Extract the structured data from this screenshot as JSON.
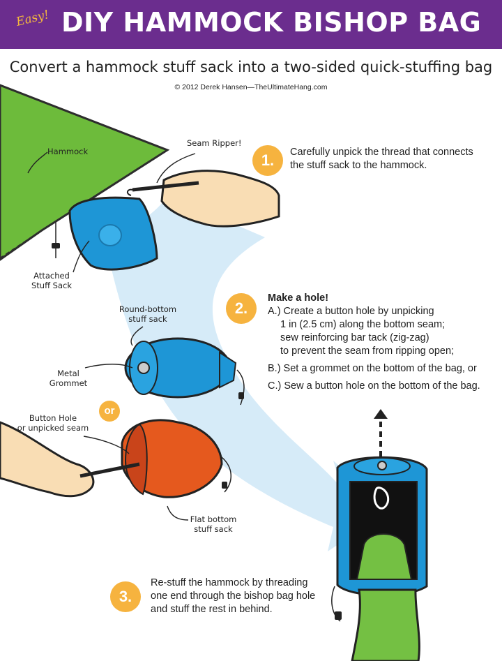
{
  "header": {
    "badge": "Easy!",
    "title": "DIY HAMMOCK BISHOP BAG",
    "subtitle": "Convert a hammock stuff sack into a two-sided quick-stuffing bag",
    "credit": "© 2012 Derek Hansen—TheUltimateHang.com"
  },
  "labels": {
    "hammock": "Hammock",
    "seam_ripper": "Seam Ripper!",
    "attached_line1": "Attached",
    "attached_line2": "Stuff Sack",
    "round_line1": "Round-bottom",
    "round_line2": "stuff sack",
    "metal_line1": "Metal",
    "metal_line2": "Grommet",
    "button_line1": "Button Hole",
    "button_line2": "or unpicked seam",
    "flat_line1": "Flat bottom",
    "flat_line2": "stuff sack",
    "or": "or"
  },
  "steps": {
    "step1": {
      "number": "1.",
      "line1": "Carefully unpick the thread that connects",
      "line2": "the stuff sack to the hammock."
    },
    "step2": {
      "number": "2.",
      "heading": "Make a hole!",
      "a1": "A.) Create a button hole by unpicking",
      "a2": "1 in (2.5 cm) along the bottom seam;",
      "a3": "sew reinforcing bar tack (zig-zag)",
      "a4": "to prevent the seam from ripping open;",
      "b": "B.) Set a grommet on the bottom of the bag, or",
      "c": "C.) Sew a button hole on the bottom of the bag."
    },
    "step3": {
      "number": "3.",
      "line1": "Re-stuff the hammock by threading",
      "line2": "one end through the bishop bag hole",
      "line3": "and stuff the rest in behind."
    }
  },
  "colors": {
    "header_purple": "#6b2d8e",
    "accent_orange": "#f6b33f",
    "hammock_green": "#6dbb3b",
    "sack_blue": "#1e96d6",
    "sack_orange": "#e5591e",
    "arrow_lightblue": "#cfe8f7"
  }
}
